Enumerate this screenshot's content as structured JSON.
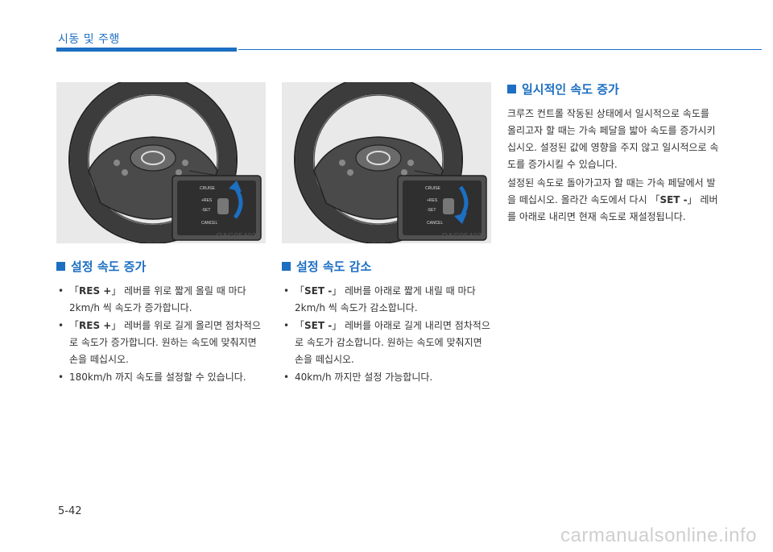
{
  "header": {
    "section_title": "시동 및 주행",
    "accent_color": "#1c6fc2"
  },
  "figures": [
    {
      "code": "OAG054031",
      "lever_labels": [
        "CRUISE",
        "+RES",
        "-SET",
        "CANCEL"
      ]
    },
    {
      "code": "OAG054030",
      "lever_labels": [
        "CRUISE",
        "+RES",
        "-SET",
        "CANCEL"
      ]
    }
  ],
  "col1": {
    "heading": "설정 속도 증가",
    "bullets": [
      {
        "pre": "「",
        "key": "RES +",
        "post": "」 레버를 위로 짧게 올릴 때 마다 2km/h 씩 속도가 증가합니다."
      },
      {
        "pre": "「",
        "key": "RES +",
        "post": "」 레버를 위로 길게 올리면 점차적으로 속도가 증가합니다. 원하는 속도에 맞춰지면 손을 떼십시오."
      },
      {
        "pre": "",
        "key": "",
        "post": "180km/h 까지 속도를 설정할 수 있습니다."
      }
    ]
  },
  "col2": {
    "heading": "설정 속도 감소",
    "bullets": [
      {
        "pre": "「",
        "key": "SET -",
        "post": "」 레버를 아래로 짧게 내릴 때 마다 2km/h 씩 속도가 감소합니다."
      },
      {
        "pre": "「",
        "key": "SET -",
        "post": "」 레버를 아래로 길게 내리면 점차적으로 속도가 감소합니다. 원하는 속도에 맞춰지면 손을 떼십시오."
      },
      {
        "pre": "",
        "key": "",
        "post": "40km/h 까지만 설정 가능합니다."
      }
    ]
  },
  "col3": {
    "heading": "일시적인 속도 증가",
    "para1": "크루즈 컨트롤 작동된 상태에서 일시적으로 속도를 올리고자 할 때는 가속 페달을 밟아 속도를 증가시키십시오. 설정된 값에 영향을 주지 않고 일시적으로 속도를 증가시킬 수 있습니다.",
    "para2_pre": "설정된 속도로 돌아가고자 할 때는 가속 페달에서 발을 떼십시오. 올라간 속도에서 다시 「",
    "para2_key": "SET -",
    "para2_post": "」 레버를 아래로 내리면 현재 속도로 재설정됩니다."
  },
  "footer": {
    "page_number": "5-42",
    "watermark": "carmanualsonline.info"
  }
}
